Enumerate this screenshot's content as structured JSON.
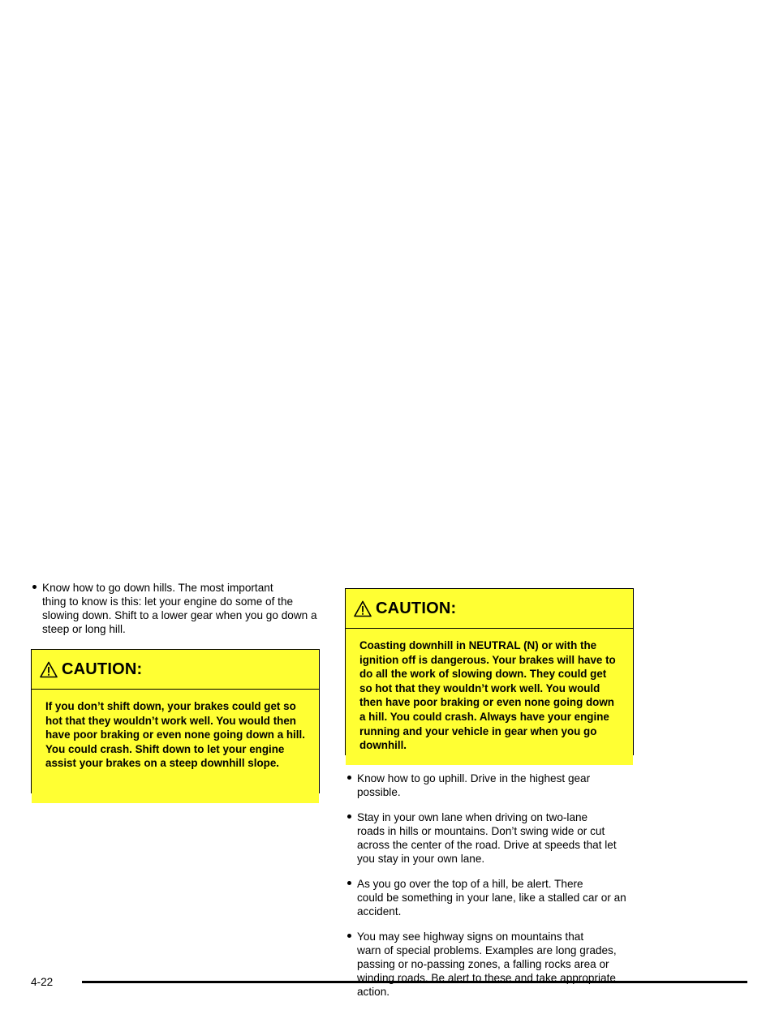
{
  "left": {
    "bullet1": {
      "first": "Know how to go down hills. The most important",
      "rest": "thing to know is this: let your engine do some of the slowing down. Shift to a lower gear when you go down a steep or long hill."
    },
    "caution": {
      "title": "CAUTION:",
      "body": "If you don’t shift down, your brakes could get so hot that they wouldn’t work well. You would then have poor braking or even none going down a hill. You could crash. Shift down to let your engine assist your brakes on a steep downhill slope."
    }
  },
  "right": {
    "caution": {
      "title": "CAUTION:",
      "body": "Coasting downhill in NEUTRAL (N) or with the ignition off is dangerous. Your brakes will have to do all the work of slowing down. They could get so hot that they wouldn’t work well. You would then have poor braking or even none going down a hill. You could crash. Always have your engine running and your vehicle in gear when you go downhill."
    },
    "bullets": [
      {
        "first": "Know how to go uphill. Drive in the highest gear",
        "rest": "possible."
      },
      {
        "first": "Stay in your own lane when driving on two-lane",
        "rest": "roads in hills or mountains. Don’t swing wide or cut across the center of the road. Drive at speeds that let you stay in your own lane."
      },
      {
        "first": "As you go over the top of a hill, be alert. There",
        "rest": "could be something in your lane, like a stalled car or an accident."
      },
      {
        "first": "You may see highway signs on mountains that",
        "rest": "warn of special problems. Examples are long grades, passing or no-passing zones, a falling rocks area or winding roads. Be alert to these and take appropriate action."
      }
    ]
  },
  "footer": {
    "page_number": "4-22"
  }
}
